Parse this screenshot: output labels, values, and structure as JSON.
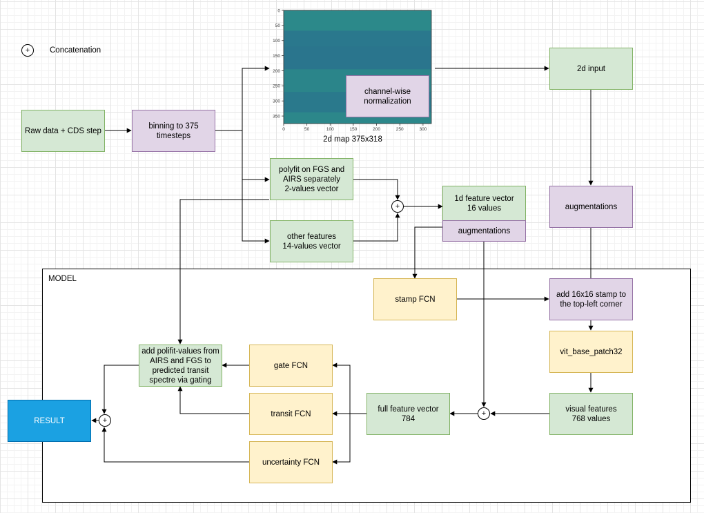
{
  "legend": {
    "symbol": "+",
    "label": "Concatenation"
  },
  "model_label": "MODEL",
  "heatmap": {
    "caption": "2d map 375x318",
    "x_ticks": [
      "0",
      "50",
      "100",
      "150",
      "200",
      "250",
      "300"
    ],
    "y_ticks": [
      "0",
      "50",
      "100",
      "150",
      "200",
      "250",
      "300",
      "350"
    ],
    "x_range": [
      0,
      318
    ],
    "y_range": [
      0,
      375
    ],
    "colors": {
      "base": "#2a7d8c",
      "light": "#2e9488",
      "dark": "#2b6f8e"
    }
  },
  "nodes": {
    "raw_data": "Raw data + CDS step",
    "binning": "binning to 375\ntimesteps",
    "channel_norm": "channel-wise\nnormalization",
    "input_2d": "2d input",
    "polyfit": "polyfit on FGS and\nAIRS separately\n2-values vector",
    "other_features": "other features\n14-values vector",
    "feature_1d": "1d feature vector\n16 values",
    "augmentations_1d": "augmentations",
    "augmentations_2d": "augmentations",
    "stamp_fcn": "stamp FCN",
    "add_stamp": "add 16x16 stamp to\nthe top-left corner",
    "vit": "vit_base_patch32",
    "visual_features": "visual features\n768 values",
    "full_feature": "full feature vector\n784",
    "gate_fcn": "gate FCN",
    "transit_fcn": "transit FCN",
    "uncertainty_fcn": "uncertainty FCN",
    "polifit_gating": "add polifit-values from\nAIRS and FGS to\npredicted transit\nspectre via gating",
    "result": "RESULT"
  },
  "operators": {
    "concat": "+"
  },
  "colors": {
    "green_fill": "#d5e8d4",
    "green_stroke": "#82b366",
    "purple_fill": "#e1d5e7",
    "purple_stroke": "#9673a6",
    "yellow_fill": "#fff2cc",
    "yellow_stroke": "#d6b656",
    "result_fill": "#1ba1e2",
    "result_stroke": "#006eaf"
  }
}
